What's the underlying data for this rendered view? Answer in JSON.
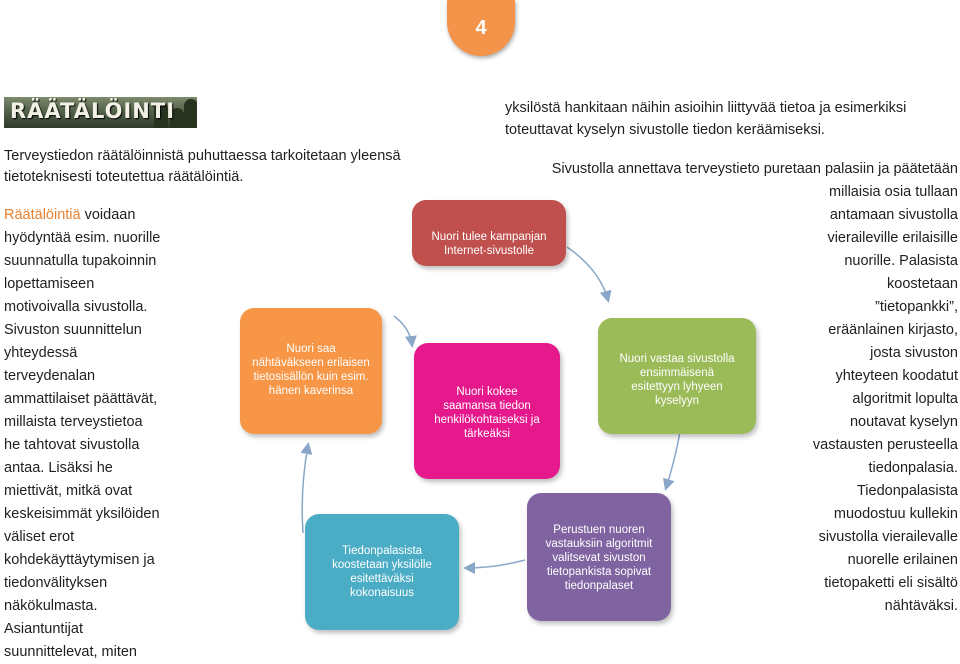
{
  "page_number": "4",
  "logo": {
    "text": "RÄÄTÄLÖINTI"
  },
  "intro_text": [
    "Terveystiedon räätälöinnistä puhuttaessa tarkoitetaan yleensä",
    "tietoteknisesti toteutettua räätälöintiä."
  ],
  "left_column": {
    "accent_word": "Räätälöintiä",
    "first_line_rest": " voidaan",
    "lines": [
      "hyödyntää esim. nuorille",
      "suunnatulla tupakoinnin",
      "lopettamiseen",
      "motivoivalla sivustolla.",
      "Sivuston suunnittelun",
      "yhteydessä",
      "terveydenalan",
      "ammattilaiset päättävät,",
      "millaista terveystietoa",
      "he tahtovat sivustolla",
      "antaa. Lisäksi he",
      "miettivät, mitkä ovat",
      "keskeisimmät yksilöiden",
      "väliset erot",
      "kohdekäyttäytymisen ja",
      "tiedonvälityksen",
      "näkökulmasta.",
      "Asiantuntijat",
      "suunnittelevat, miten"
    ]
  },
  "right_top_text": [
    "yksilöstä hankitaan näihin asioihin liittyvää tietoa ja esimerkiksi",
    "toteuttavat kyselyn sivustolle tiedon keräämiseksi."
  ],
  "right_column": {
    "lines": [
      "Sivustolla annettava terveystieto puretaan palasiin ja päätetään",
      "millaisia osia tullaan",
      "antamaan sivustolla",
      "vieraileville erilaisille",
      "nuorille. Palasista",
      "koostetaan",
      "”tietopankki”,",
      "eräänlainen kirjasto,",
      "josta sivuston",
      "yhteyteen koodatut",
      "algoritmit lopulta",
      "noutavat kyselyn",
      "vastausten perusteella",
      "tiedonpalasia.",
      "Tiedonpalasista",
      "muodostuu kullekin",
      "sivustolla vierailevalle",
      "nuorelle erilainen",
      "tietopaketti eli sisältö",
      "nähtäväksi."
    ]
  },
  "diagram": {
    "steps": [
      {
        "label": "Nuori tulee kampanjan\nInternet-sivustolle",
        "color": "#c0504d"
      },
      {
        "label": "Nuori vastaa sivustolla\nensimmäisenä\nesitettyyn lyhyeen\nkyselyyn",
        "color": "#9bbb59"
      },
      {
        "label": "Perustuen nuoren\nvastauksiin algoritmit\nvalitsevat sivuston\ntietopankista sopivat\ntiedonpalaset",
        "color": "#8064a2"
      },
      {
        "label": "Tiedonpalasista\nkoostetaan yksilölle\nesitettäväksi\nkokonaisuus",
        "color": "#4bacc6"
      },
      {
        "label": "Nuori saa\nnähtäväkseen erilaisen\ntietosisällön kuin esim.\nhänen kaverinsa",
        "color": "#f79646"
      },
      {
        "label": "Nuori kokee\nsaamansa tiedon\nhenkilökohtaiseksi ja\ntärkeäksi",
        "color": "#e6198c"
      }
    ]
  }
}
